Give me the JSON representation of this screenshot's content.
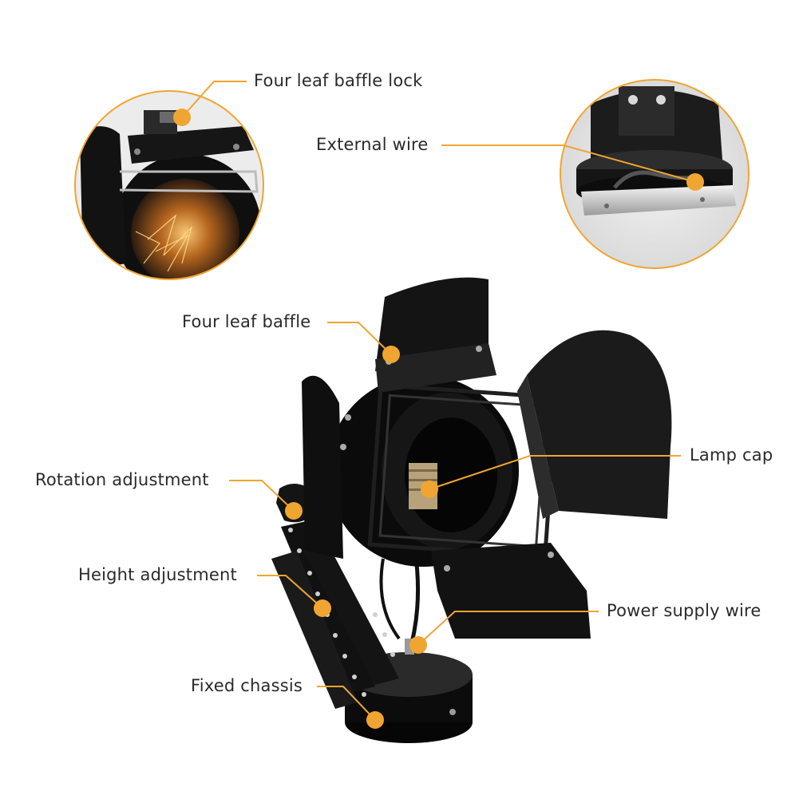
{
  "accent_color": "#f0a531",
  "callouts": {
    "four_leaf_baffle_lock": "Four leaf baffle lock",
    "external_wire": "External wire",
    "four_leaf_baffle": "Four leaf baffle",
    "lamp_cap": "Lamp cap",
    "rotation_adjustment": "Rotation adjustment",
    "height_adjustment": "Height adjustment",
    "power_supply_wire": "Power supply wire",
    "fixed_chassis": "Fixed chassis"
  }
}
